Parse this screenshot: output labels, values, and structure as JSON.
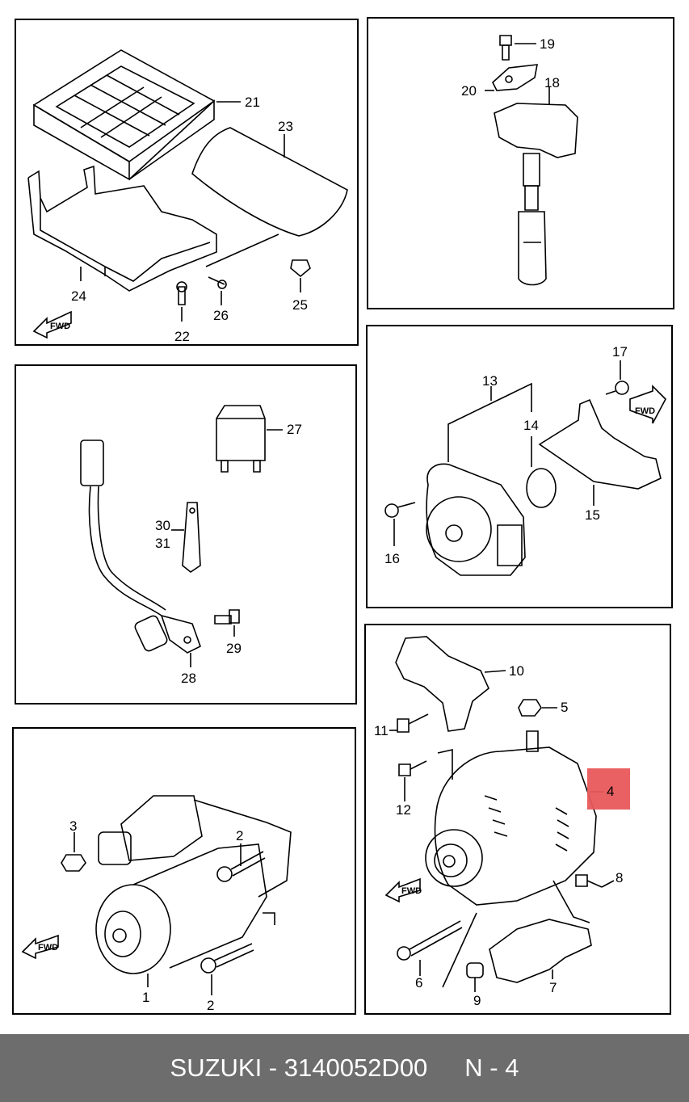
{
  "panels": {
    "ecu": {
      "labels": [
        "21",
        "22",
        "23",
        "24",
        "25",
        "26"
      ],
      "fwd": "FWD"
    },
    "coil": {
      "labels": [
        "18",
        "19",
        "20"
      ]
    },
    "sensor": {
      "labels": [
        "27",
        "28",
        "29",
        "30",
        "31"
      ]
    },
    "throttle": {
      "labels": [
        "13",
        "14",
        "15",
        "16",
        "17"
      ],
      "fwd": "FWD"
    },
    "starter": {
      "labels": [
        "1",
        "2",
        "2",
        "3"
      ],
      "fwd": "FWD"
    },
    "alternator": {
      "labels": [
        "4",
        "5",
        "6",
        "7",
        "8",
        "9",
        "10",
        "11",
        "12"
      ],
      "fwd": "FWD",
      "highlight_color": "#e8595b"
    }
  },
  "footer": {
    "brand_part": "SUZUKI - 3140052D00",
    "ref": "N - 4"
  }
}
